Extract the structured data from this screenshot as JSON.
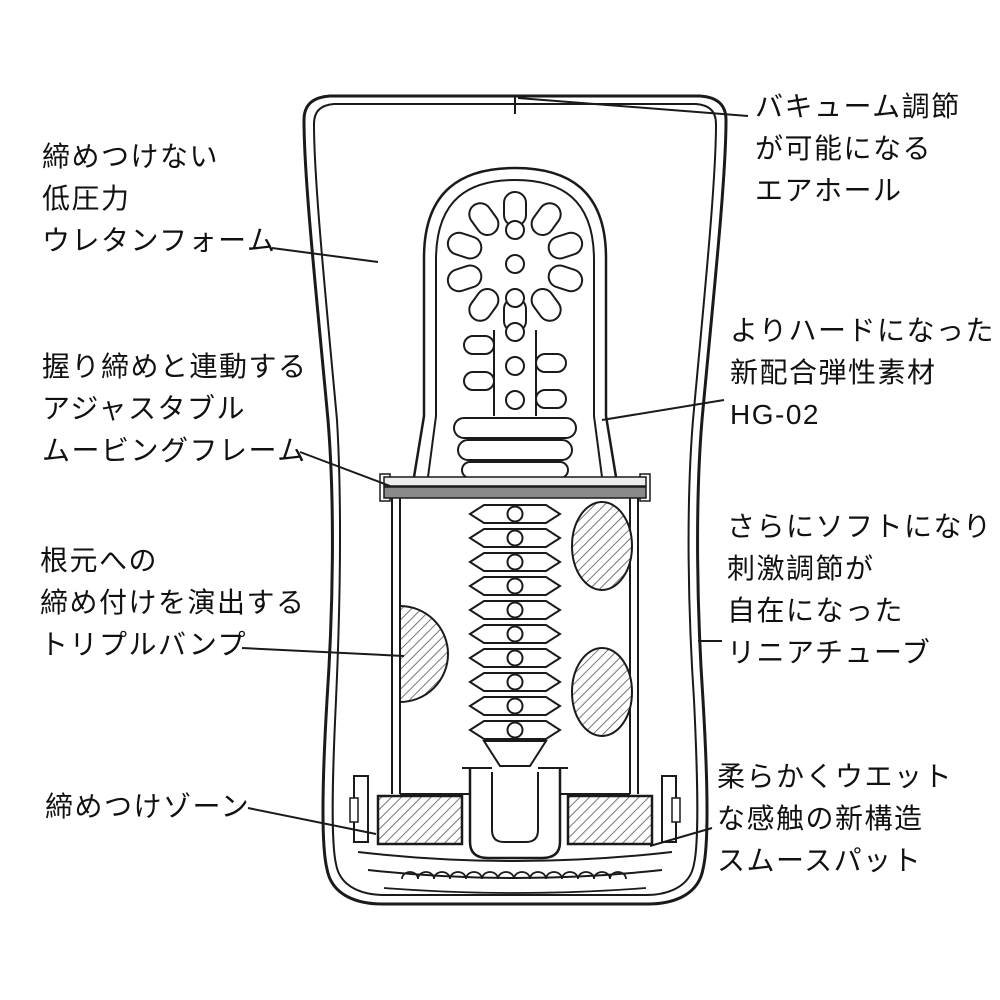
{
  "colors": {
    "ink": "#1a1a1a",
    "flange_gray": "#8a8a8a",
    "hatch_gray": "#777777",
    "background": "#ffffff"
  },
  "labels": {
    "urethane_foam": {
      "lines": [
        "締めつけない",
        "低圧力",
        "ウレタンフォーム"
      ]
    },
    "moving_frame": {
      "lines": [
        "握り締めと連動する",
        "アジャスタブル",
        "ムービングフレーム"
      ]
    },
    "triple_bump": {
      "lines": [
        "根元への",
        "締め付けを演出する",
        "トリプルバンプ"
      ]
    },
    "tightening_zone": {
      "lines": [
        "締めつけゾーン"
      ]
    },
    "air_hole": {
      "lines": [
        "バキューム調節",
        "が可能になる",
        "エアホール"
      ]
    },
    "hg02": {
      "lines": [
        "よりハードになった",
        "新配合弾性素材",
        "HG-02"
      ]
    },
    "linear_tube": {
      "lines": [
        "さらにソフトになり",
        "刺激調節が",
        "自在になった",
        "リニアチューブ"
      ]
    },
    "smooth_pad": {
      "lines": [
        "柔らかくウエット",
        "な感触の新構造",
        "スムースパット"
      ]
    }
  }
}
